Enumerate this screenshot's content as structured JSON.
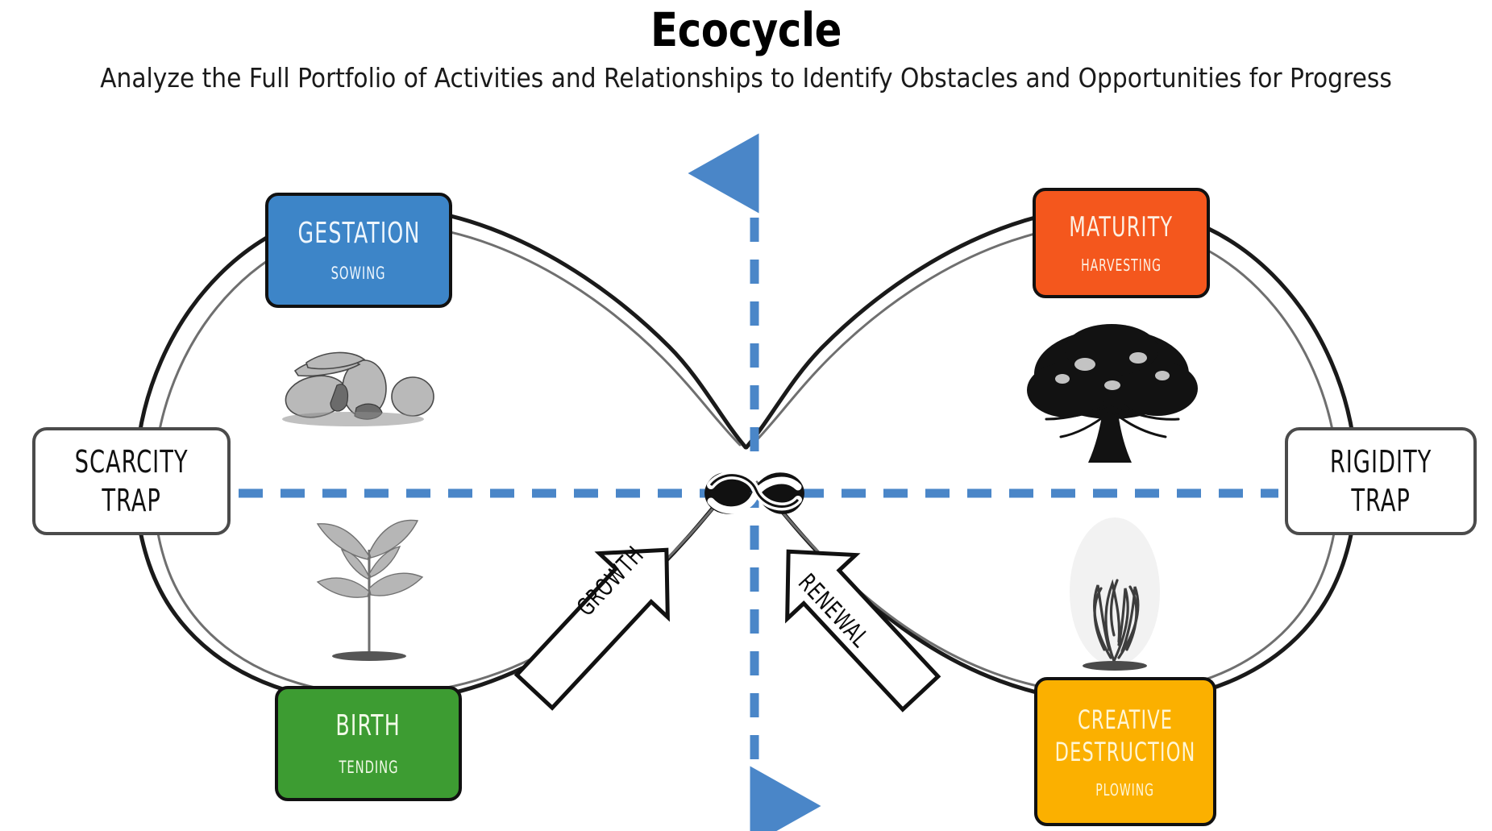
{
  "header": {
    "title": "Ecocycle",
    "subtitle": "Analyze the Full Portfolio of Activities and Relationships to Identify Obstacles and Opportunities for Progress"
  },
  "stages": [
    {
      "id": "gestation",
      "title": "GESTATION",
      "subtitle": "SOWING",
      "color": "#3d85c8",
      "text_color": "#eef6fd",
      "illustration": "acorns-illustration"
    },
    {
      "id": "maturity",
      "title": "MATURITY",
      "subtitle": "HARVESTING",
      "color": "#f4571d",
      "text_color": "#fdf0e3",
      "illustration": "oak-tree-illustration"
    },
    {
      "id": "birth",
      "title": "BIRTH",
      "subtitle": "TENDING",
      "color": "#3d9c32",
      "text_color": "#f2fae8",
      "illustration": "sapling-illustration"
    },
    {
      "id": "creative-destruction",
      "title": "CREATIVE\nDESTRUCTION",
      "subtitle": "PLOWING",
      "color": "#fbb000",
      "text_color": "#fff6d6",
      "illustration": "flame-illustration"
    }
  ],
  "traps": [
    {
      "id": "scarcity",
      "text": "SCARCITY\nTRAP"
    },
    {
      "id": "rigidity",
      "text": "RIGIDITY\nTRAP"
    }
  ],
  "transitions": [
    {
      "id": "growth",
      "label": "GROWTH",
      "direction": "up-right"
    },
    {
      "id": "renewal",
      "label": "RENEWAL",
      "direction": "up-left"
    }
  ],
  "axes": {
    "color": "#4a86c8",
    "style": "dashed",
    "vertical": true,
    "horizontal": true
  },
  "center_symbol": "infinity-knot",
  "curve_color": "#1a1a1a",
  "background": "#ffffff"
}
